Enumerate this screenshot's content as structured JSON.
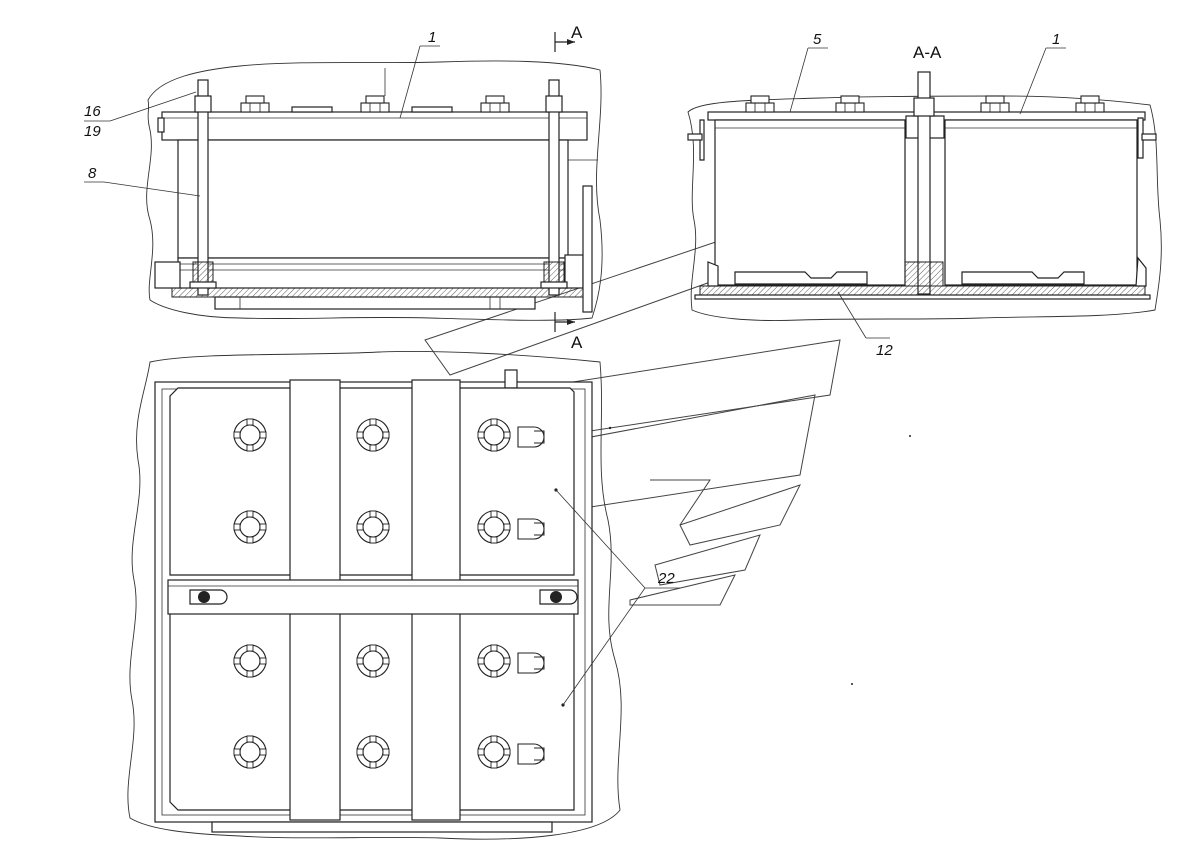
{
  "labels": {
    "part_1_left": "1",
    "part_16": "16",
    "part_19": "19",
    "part_8": "8",
    "part_5": "5",
    "part_1_right": "1",
    "part_12": "12",
    "part_22": "22",
    "section_mark_top": "A",
    "section_mark_bottom": "A",
    "section_title": "A-A"
  },
  "icons": [
    "terminal-nut-icon",
    "bolt-icon",
    "wing-nut-icon"
  ]
}
